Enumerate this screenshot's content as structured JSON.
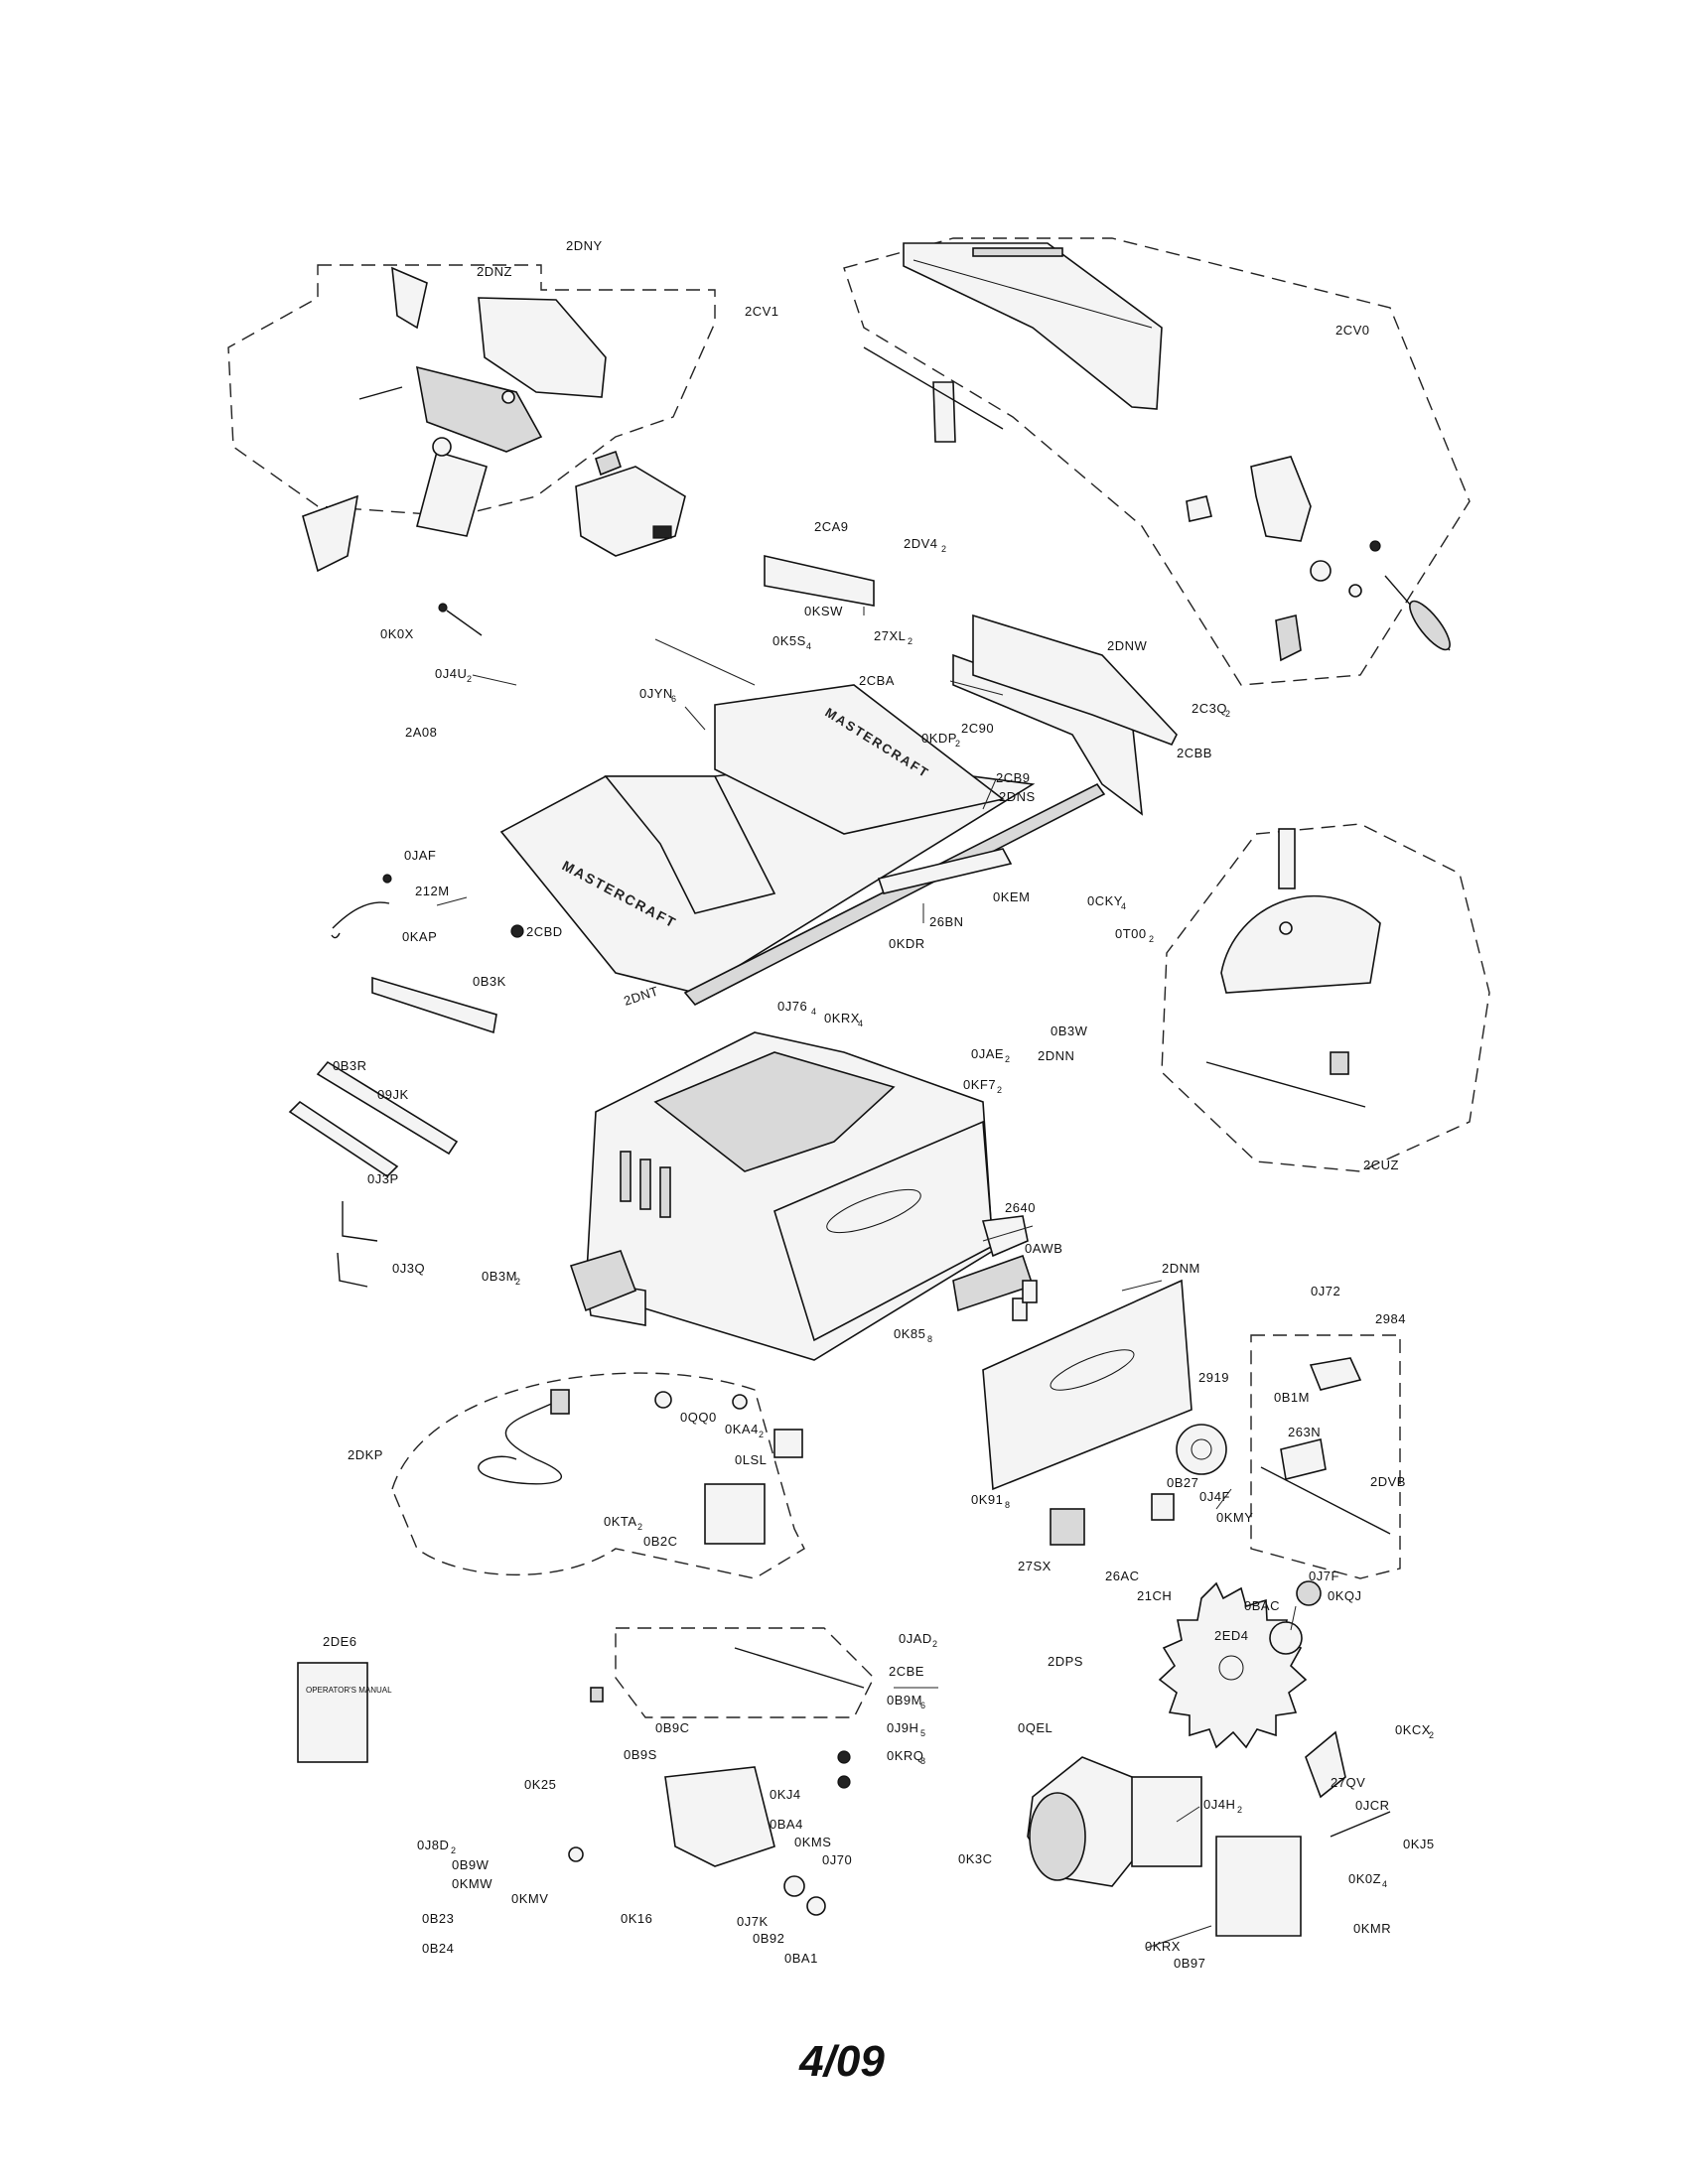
{
  "page_footer": "4/09",
  "manual": {
    "cover_text": "OPERATOR'S MANUAL"
  },
  "brand_mark": "MASTERCRAFT",
  "labels": {
    "2DNY": "2DNY",
    "2DNZ": "2DNZ",
    "2CV1": "2CV1",
    "2CV0": "2CV0",
    "2CA9": "2CA9",
    "2DV4": "2DV4",
    "0KSW": "0KSW",
    "0K0X": "0K0X",
    "0J4U": "0J4U",
    "0JYN": "0JYN",
    "2A08": "2A08",
    "0K5S": "0K5S",
    "27XL": "27XL",
    "2CBA": "2CBA",
    "0KDP": "0KDP",
    "2C90": "2C90",
    "2DNW": "2DNW",
    "2C3Q": "2C3Q",
    "2CBB": "2CBB",
    "2CB9": "2CB9",
    "2DNS": "2DNS",
    "0JAF": "0JAF",
    "212M": "212M",
    "0KAP": "0KAP",
    "2CBD": "2CBD",
    "0KEM": "0KEM",
    "26BN": "26BN",
    "0KDR": "0KDR",
    "0CKY": "0CKY",
    "0T00": "0T00",
    "2DNT": "2DNT",
    "0B3K": "0B3K",
    "0J76": "0J76",
    "0KRX4": "0KRX",
    "0B3W": "0B3W",
    "0JAE": "0JAE",
    "2DNN": "2DNN",
    "0KF7": "0KF7",
    "0B3R": "0B3R",
    "09JK": "09JK",
    "2CUZ": "2CUZ",
    "0J3P": "0J3P",
    "0J3Q": "0J3Q",
    "0B3M": "0B3M",
    "2640": "2640",
    "0AWB": "0AWB",
    "2DNM": "2DNM",
    "0K85": "0K85",
    "0J72": "0J72",
    "2984": "2984",
    "2919": "2919",
    "0B1M": "0B1M",
    "263N": "263N",
    "0QQ0": "0QQ0",
    "0KA4": "0KA4",
    "2DKP": "2DKP",
    "0LSL": "0LSL",
    "0B27": "0B27",
    "0J4F": "0J4F",
    "2DVB": "2DVB",
    "0KTA": "0KTA",
    "0B2C": "0B2C",
    "0K91": "0K91",
    "0KMY": "0KMY",
    "27SX": "27SX",
    "26AC": "26AC",
    "21CH": "21CH",
    "0J7F": "0J7F",
    "0KQJ": "0KQJ",
    "2DE6": "2DE6",
    "0JAD": "0JAD",
    "2CBE": "2CBE",
    "0B9M": "0B9M",
    "0J9H": "0J9H",
    "0KRQ": "0KRQ",
    "0BAC": "0BAC",
    "2ED4": "2ED4",
    "2DPS": "2DPS",
    "0KCX": "0KCX",
    "0B9C": "0B9C",
    "0B9S": "0B9S",
    "0QEL": "0QEL",
    "27QV": "27QV",
    "0K25": "0K25",
    "0KJ4": "0KJ4",
    "0J4H": "0J4H",
    "0JCR": "0JCR",
    "0KJ5": "0KJ5",
    "0BA4": "0BA4",
    "0J8D": "0J8D",
    "0KMS": "0KMS",
    "0J70": "0J70",
    "0B9W": "0B9W",
    "0K3C": "0K3C",
    "0K0Z": "0K0Z",
    "0KMW": "0KMW",
    "0KMV": "0KMV",
    "0B23": "0B23",
    "0K16": "0K16",
    "0J7K": "0J7K",
    "0B92": "0B92",
    "0KRX": "0KRX",
    "0KMR": "0KMR",
    "0B24": "0B24",
    "0BA1": "0BA1",
    "0B97": "0B97"
  },
  "subscripts": {
    "2DV4": "2",
    "0J4U": "2",
    "0JYN": "6",
    "0K5S": "4",
    "27XL": "2",
    "0KDP": "2",
    "2C3Q": "2",
    "0CKY": "4",
    "0T00": "2",
    "0J76": "4",
    "0KRX4": "4",
    "0JAE": "2",
    "0KF7": "2",
    "0B3M": "2",
    "0K85": "8",
    "0KA4": "2",
    "0KTA": "2",
    "0K91": "8",
    "0JAD": "2",
    "0B9M": "6",
    "0J9H": "5",
    "0KRQ": "8",
    "0KCX": "2",
    "0J4H": "2",
    "0J8D": "2",
    "0K0Z": "4"
  }
}
